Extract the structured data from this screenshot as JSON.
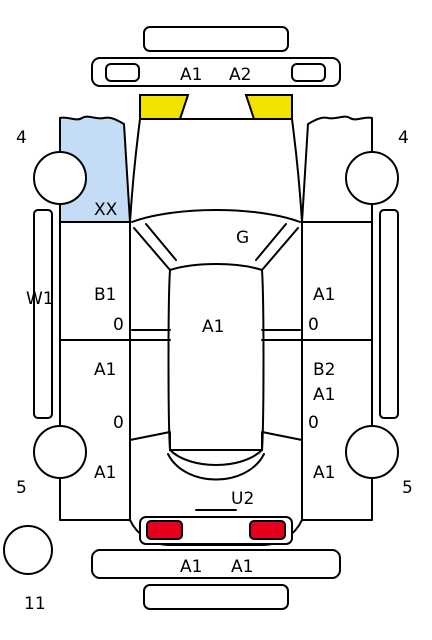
{
  "colors": {
    "highlight_blue": "#c5dcf6",
    "highlight_yellow": "#f2e200",
    "tail_light_red": "#e2001a",
    "outline": "#000000",
    "background": "#ffffff"
  },
  "labels": {
    "front_left_corner": "4",
    "front_right_corner": "4",
    "rear_left_corner": "5",
    "rear_right_corner": "5",
    "spare_wheel": "11",
    "front_bumper_left": "A1",
    "front_bumper_right": "A2",
    "front_left_fender": "XX",
    "hood": "G",
    "left_side_window": "W1",
    "front_left_door": "B1",
    "front_left_door_value": "0",
    "front_right_door": "A1",
    "front_right_door_value": "0",
    "roof": "A1",
    "rear_left_door": "A1",
    "rear_left_door_value": "0",
    "rear_right_door_top": "B2",
    "rear_right_door_bottom": "A1",
    "rear_right_door_value": "0",
    "rear_left_quarter": "A1",
    "rear_right_quarter": "A1",
    "trunk": "U2",
    "rear_bumper_left": "A1",
    "rear_bumper_right": "A1"
  }
}
